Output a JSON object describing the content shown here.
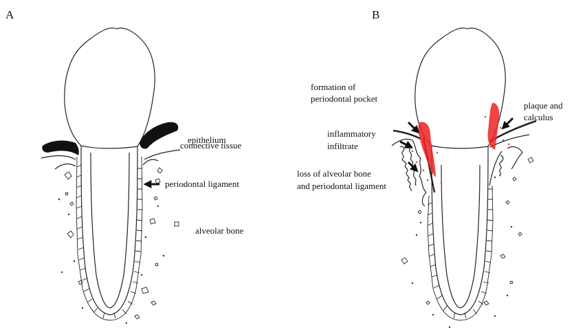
{
  "panels": {
    "a": "A",
    "b": "B"
  },
  "labels_a": {
    "epithelium": "epithelium",
    "connective_tissue": "connective tissue",
    "periodontal_ligament": "periodontal ligament",
    "alveolar_bone": "alveolar bone"
  },
  "labels_b": {
    "pocket_1": "formation of",
    "pocket_2": "periodontal pocket",
    "plaque_1": "plaque and",
    "plaque_2": "calculus",
    "infiltrate_1": "inflammatory",
    "infiltrate_2": "infiltrate",
    "loss_1": "loss of alveolar bone",
    "loss_2": "and periodontal ligament"
  },
  "colors": {
    "line": "#222222",
    "inflammation": "#ee2222",
    "infiltrate_dots": "#cc3366"
  }
}
